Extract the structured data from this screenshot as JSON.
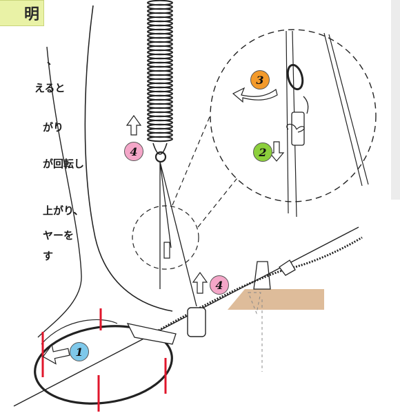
{
  "header": {
    "title_fragment": "明"
  },
  "steps_text": [
    "、",
    "えると",
    "がり",
    "が回転し",
    "上がり、",
    "ヤーを",
    "す"
  ],
  "badges": [
    {
      "number": "1",
      "color": "#7ec8ea"
    },
    {
      "number": "2",
      "color": "#8ccf3c"
    },
    {
      "number": "3",
      "color": "#f39a2b"
    },
    {
      "number": "4",
      "color": "#f4a6c8"
    },
    {
      "number": "4",
      "color": "#f4a6c8"
    }
  ],
  "colors": {
    "title_background": "#e9f2a6",
    "stake_marker": "#e0162b",
    "ground": "#d8b088",
    "line": "#222222"
  },
  "icons": [
    "spring-icon",
    "wire-rope-icon",
    "stake-icon",
    "clamp-icon",
    "ring-icon",
    "arrow-icon"
  ]
}
